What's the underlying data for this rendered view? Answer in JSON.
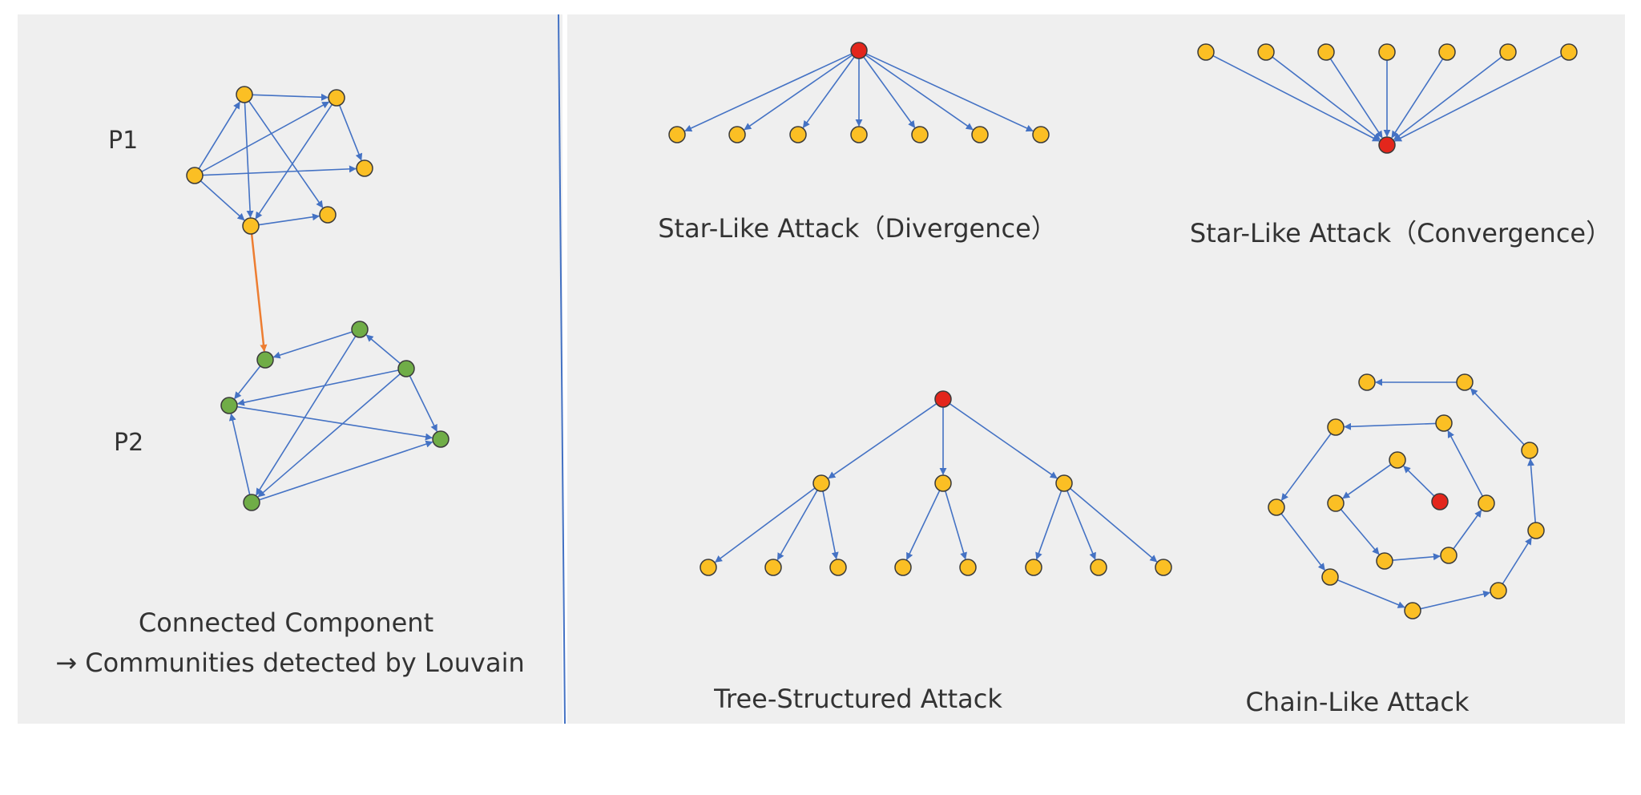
{
  "colors": {
    "background": "#efefef",
    "edge": "#4472c4",
    "bridge_edge": "#ed7d31",
    "divider": "#4472c4",
    "node_yellow": "#fbbf24",
    "node_green": "#70ad47",
    "node_red": "#e3261c",
    "node_stroke": "#3a3a3a"
  },
  "left_panel": {
    "p1_label": "P1",
    "p2_label": "P2",
    "caption_line1": "Connected Component",
    "caption_line2": "→ Communities detected by Louvain"
  },
  "captions": {
    "star_divergence": "Star-Like Attack（Divergence）",
    "star_convergence": "Star-Like Attack（Convergence）",
    "tree": "Tree-Structured Attack",
    "chain": "Chain-Like Attack"
  }
}
